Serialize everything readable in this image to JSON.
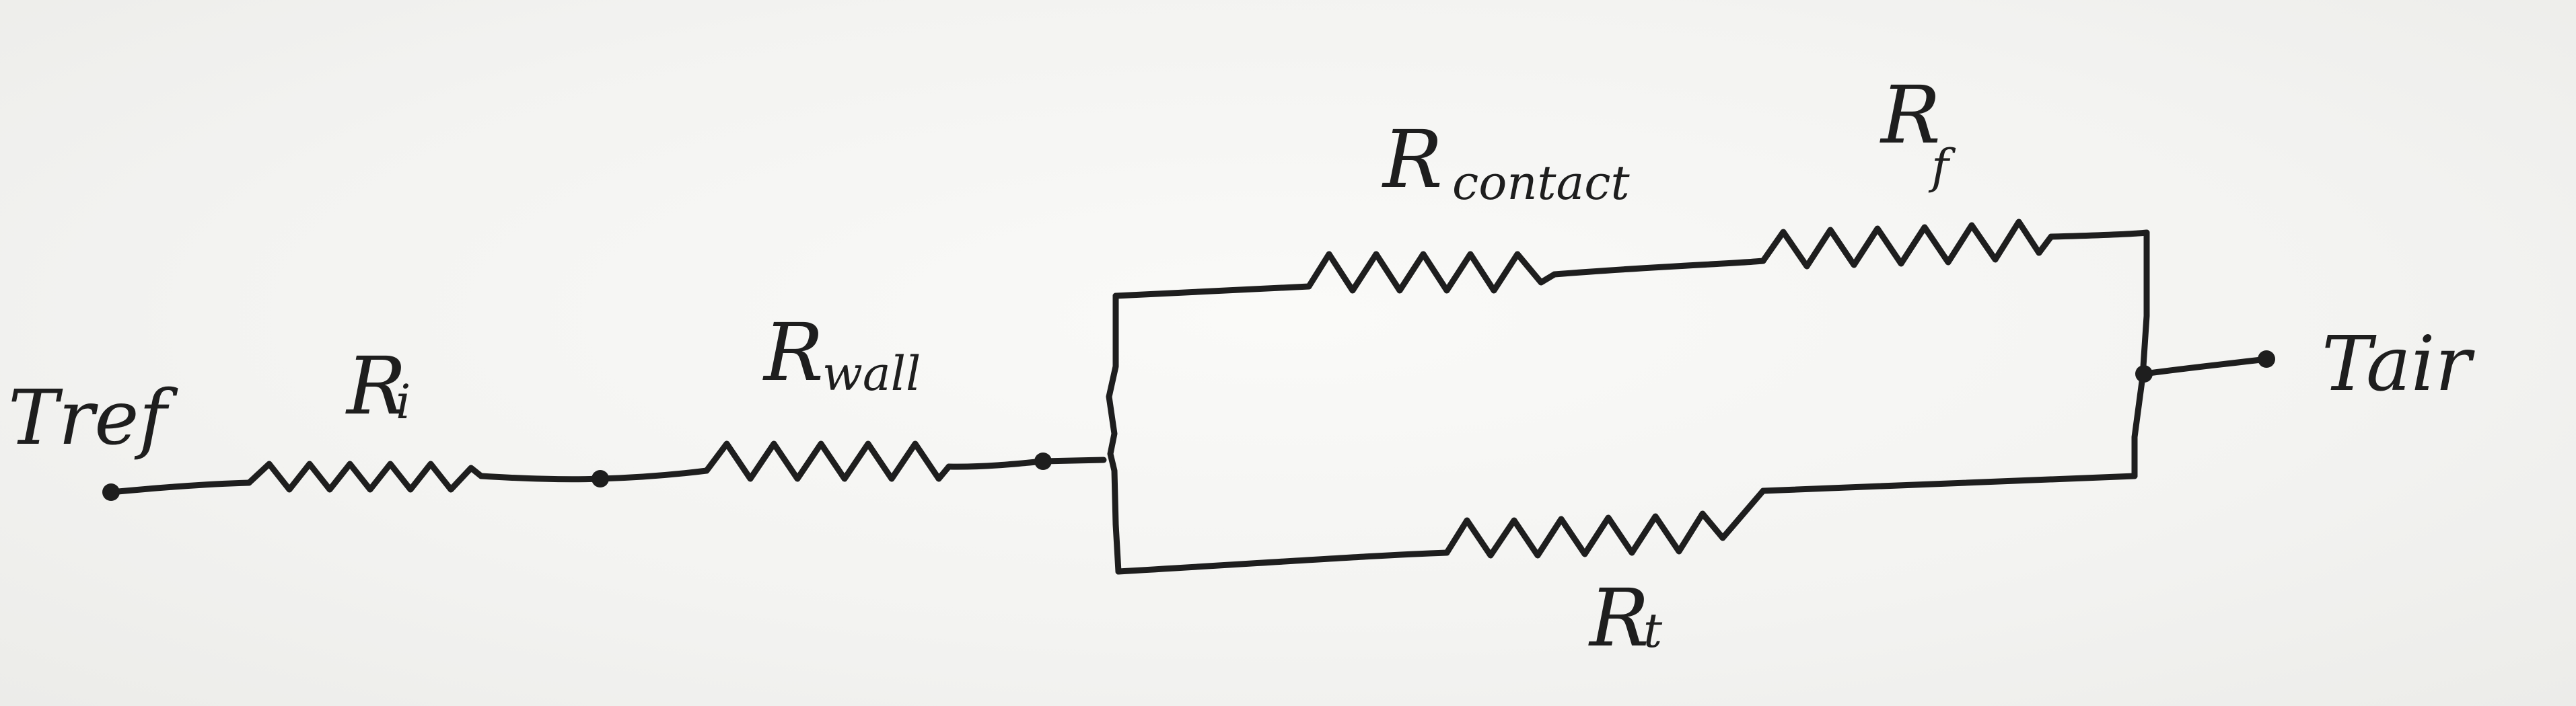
{
  "diagram": {
    "terminals": {
      "left": "Tref",
      "right": "Tair"
    },
    "resistors": {
      "ri": {
        "main": "R",
        "sub": "i"
      },
      "rwall": {
        "main": "R",
        "sub": "wall"
      },
      "rcontact": {
        "main": "R",
        "sub": "contact"
      },
      "rf": {
        "main": "R",
        "sub": "f"
      },
      "rt": {
        "main": "R",
        "sub": "t"
      }
    },
    "ink_color": "#1e1e1e",
    "paper_color": "#f4f4f2"
  }
}
